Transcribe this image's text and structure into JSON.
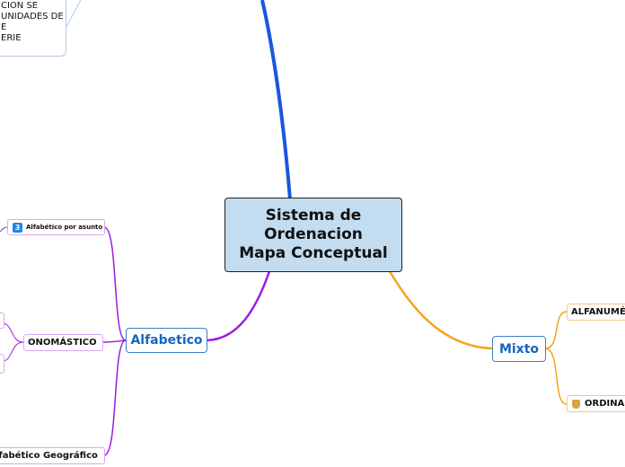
{
  "central": {
    "lines": [
      "Sistema de",
      "Ordenacion",
      "Mapa Conceptual"
    ]
  },
  "note": {
    "lines": [
      "CION SE",
      "UNIDADES DE",
      "E",
      "ERIE"
    ]
  },
  "branches": {
    "alfabetico": {
      "label": "Alfabetico",
      "children": {
        "asunto": {
          "badge": "3",
          "label": "Alfabético por asunto"
        },
        "onomastico": {
          "label": "ONOMÁSTICO"
        },
        "geografico": {
          "label": "lfabético Geográfico"
        }
      }
    },
    "mixto": {
      "label": "Mixto",
      "children": {
        "alfanumerico": {
          "label": "ALFANUMÉ"
        },
        "ordinal": {
          "label": "ORDINA"
        }
      }
    }
  },
  "colors": {
    "top_link": "#1a56e0",
    "alfabetico_link": "#9b1de0",
    "mixto_link": "#f5a31c",
    "central_fill": "#c3dcf0"
  }
}
